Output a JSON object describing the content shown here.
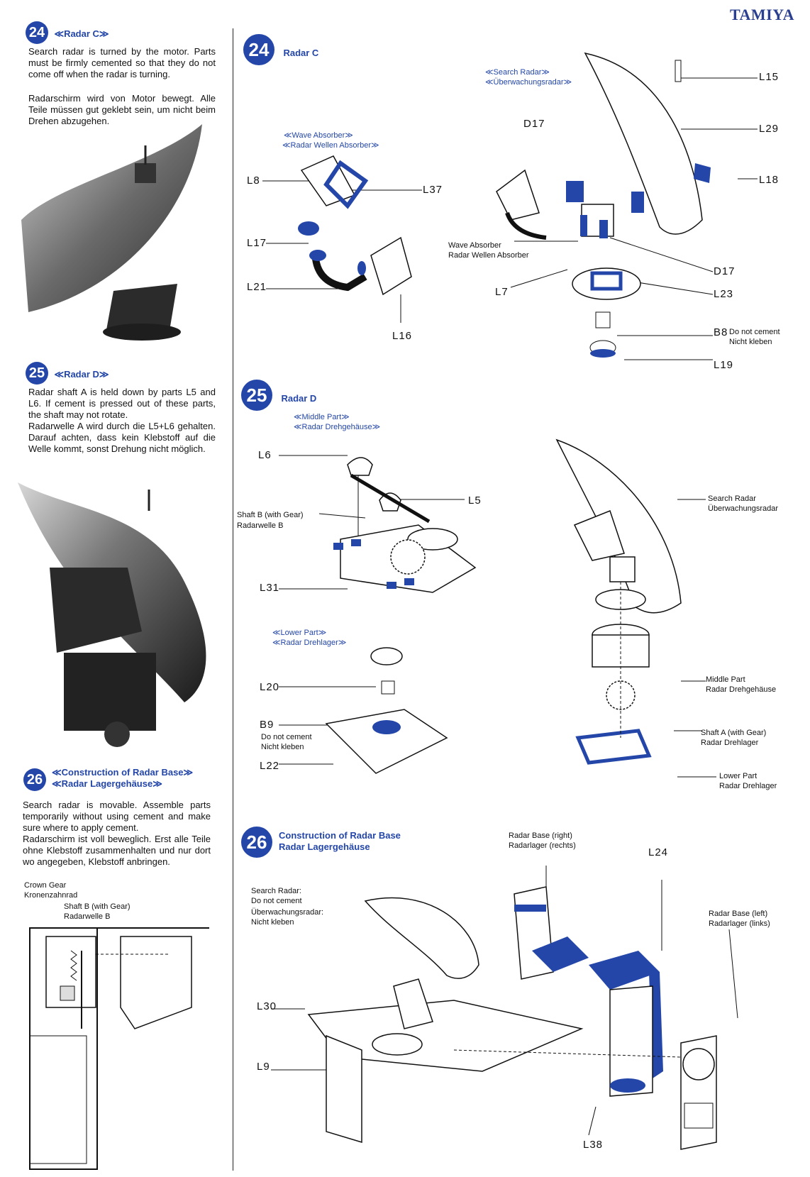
{
  "brand": "TAMIYA",
  "left": {
    "s24": {
      "num": "24",
      "title": "≪Radar C≫",
      "en": "Search radar is turned by the motor. Parts must be firmly cemented so that they do not come off when the radar is turning.",
      "de": "Radarschirm wird von Motor bewegt. Alle Teile müssen gut geklebt sein, um nicht beim Drehen abzugehen."
    },
    "s25": {
      "num": "25",
      "title": "≪Radar D≫",
      "en": "Radar shaft A is held down by parts L5 and L6. If cement is pressed out of these parts, the shaft may not rotate.",
      "de": "Radarwelle A wird durch die L5+L6 gehalten. Darauf achten, dass kein Klebstoff auf die Welle kommt, sonst Drehung nicht möglich."
    },
    "s26": {
      "num": "26",
      "title1": "≪Construction of Radar Base≫",
      "title2": "≪Radar Lagergehäuse≫",
      "en": "Search radar is movable. Assemble parts temporarily without using cement and make sure where to apply cement.",
      "de": "Radarschirm ist voll beweglich. Erst alle Teile ohne Klebstoff zusammenhalten und nur dort wo angegeben, Klebstoff anbringen.",
      "crown_en": "Crown Gear",
      "crown_de": "Kronenzahnrad",
      "shaftb_en": "Shaft B (with Gear)",
      "shaftb_de": "Radarwelle B"
    }
  },
  "right": {
    "s24": {
      "num": "24",
      "title": "Radar C",
      "search_en": "≪Search Radar≫",
      "search_de": "≪Überwachungsradar≫",
      "wave_en": "≪Wave Absorber≫",
      "wave_de": "≪Radar Wellen Absorber≫",
      "wave2_en": "Wave Absorber",
      "wave2_de": "Radar Wellen Absorber",
      "parts": [
        "L15",
        "L29",
        "L18",
        "D17",
        "L8",
        "L37",
        "L17",
        "L21",
        "L16",
        "L7",
        "D17",
        "L23",
        "B8",
        "L19"
      ],
      "b8_en": "Do not cement",
      "b8_de": "Nicht kleben"
    },
    "s25": {
      "num": "25",
      "title": "Radar D",
      "middle_en": "≪Middle Part≫",
      "middle_de": "≪Radar Drehgehäuse≫",
      "lower_en": "≪Lower Part≫",
      "lower_de": "≪Radar Drehlager≫",
      "shaftb_en": "Shaft B (with Gear)",
      "shaftb_de": "Radarwelle B",
      "parts": [
        "L6",
        "L5",
        "L31",
        "L20",
        "B9",
        "L22"
      ],
      "b9_en": "Do not cement",
      "b9_de": "Nicht kleben",
      "search_en": "Search Radar",
      "search_de": "Überwachungsradar",
      "midp_en": "Middle Part",
      "midp_de": "Radar Drehgehäuse",
      "shafta_en": "Shaft A (with Gear)",
      "shafta_de": "Radar Drehlager",
      "lowp_en": "Lower Part",
      "lowp_de": "Radar Drehlager"
    },
    "s26": {
      "num": "26",
      "title1": "Construction of Radar Base",
      "title2": "Radar Lagergehäuse",
      "base_r_en": "Radar Base (right)",
      "base_r_de": "Radarlager (rechts)",
      "base_l_en": "Radar Base (left)",
      "base_l_de": "Radarlager (links)",
      "sr_en": "Search Radar:",
      "sr_en2": "Do not cement",
      "sr_de": "Überwachungsradar:",
      "sr_de2": "Nicht kleben",
      "parts": [
        "L24",
        "L30",
        "L9",
        "L38"
      ]
    }
  }
}
